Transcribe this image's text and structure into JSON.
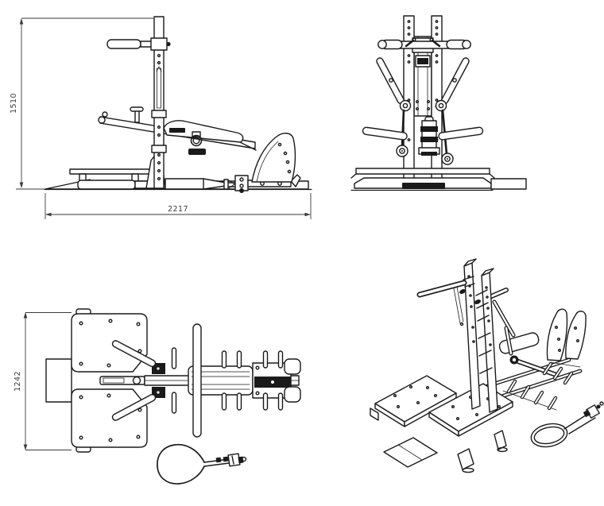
{
  "colors": {
    "background": "#ffffff",
    "line": "#1a1a1a",
    "dimension": "#3a3a3a"
  },
  "views": {
    "side": {
      "name": "side-elevation-view",
      "dim_height": "1510",
      "dim_length": "2217"
    },
    "front": {
      "name": "front-elevation-view"
    },
    "top": {
      "name": "top-plan-view",
      "dim_depth": "1242"
    },
    "iso": {
      "name": "isometric-view"
    }
  }
}
